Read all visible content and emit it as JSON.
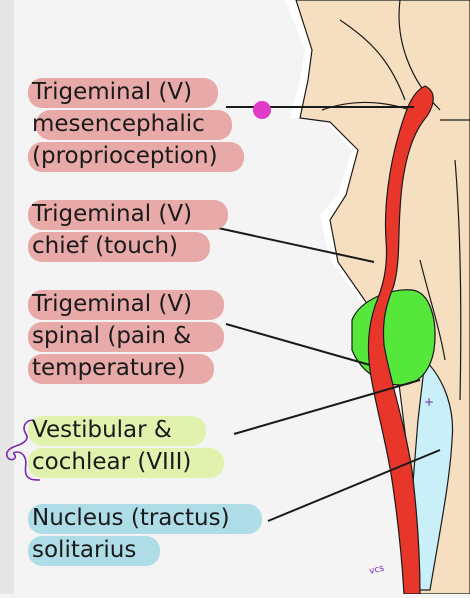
{
  "labels": {
    "mesencephalic": [
      "Trigeminal (V)",
      "mesencephalic",
      "(proprioception)"
    ],
    "chief": [
      "Trigeminal (V)",
      "chief (touch)"
    ],
    "spinal": [
      "Trigeminal (V)",
      "spinal (pain &",
      "temperature)"
    ],
    "vestibular": [
      "Vestibular &",
      "cochlear (VIII)"
    ],
    "solitarius": [
      "Nucleus (tractus)",
      "solitarius"
    ]
  },
  "handwriting": {
    "initials": "vcs",
    "plus": "+"
  },
  "colors": {
    "mesencephalic_highlight": "#e8a3a3",
    "vestibular_highlight": "#dff2a8",
    "solitarius_highlight": "#a9dbe6",
    "trigeminal_nucleus": "#e8372a",
    "spinal_nucleus": "#55e83a",
    "vestibular_nucleus": "#c9f0f8",
    "brainstem": "#f6dfc0",
    "annotation_dot": "#e03cc8",
    "annotation_ink": "#7a2ab0"
  }
}
